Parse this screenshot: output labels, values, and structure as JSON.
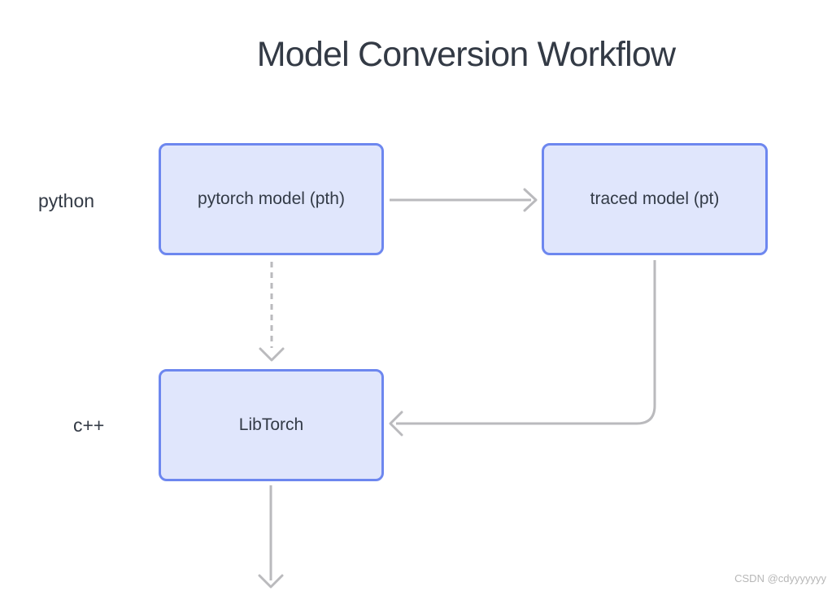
{
  "title": "Model Conversion Workflow",
  "lanes": [
    {
      "label": "python"
    },
    {
      "label": "c++"
    }
  ],
  "nodes": [
    {
      "label": "pytorch model (pth)"
    },
    {
      "label": "traced model (pt)"
    },
    {
      "label": "LibTorch"
    }
  ],
  "edges": [
    {
      "from": "pytorch model (pth)",
      "to": "traced model (pt)",
      "style": "solid",
      "direction": "right"
    },
    {
      "from": "pytorch model (pth)",
      "to": "LibTorch",
      "style": "dashed",
      "direction": "down"
    },
    {
      "from": "traced model (pt)",
      "to": "LibTorch",
      "style": "solid-elbow",
      "direction": "down-left"
    },
    {
      "from": "LibTorch",
      "to": "offscreen-bottom",
      "style": "solid",
      "direction": "down"
    }
  ],
  "watermark": "CSDN @cdyyyyyyy",
  "colors": {
    "node_border": "#6d87ef",
    "node_fill": "#e0e6fc",
    "text": "#333b47",
    "title_text": "#333a45",
    "arrow": "#bababd",
    "watermark": "#b7b7b7",
    "background": "#ffffff"
  }
}
